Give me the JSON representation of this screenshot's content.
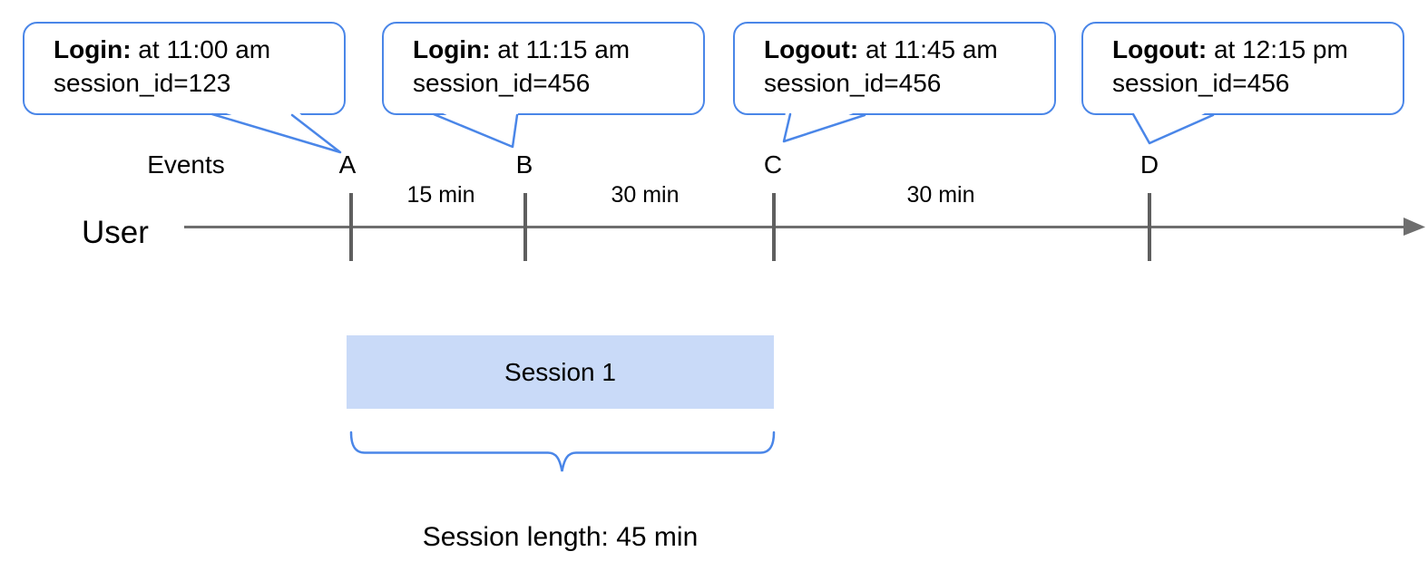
{
  "diagram": {
    "callouts": [
      {
        "event": "Login:",
        "detail": " at 11:00 am",
        "session": "session_id=123"
      },
      {
        "event": "Login:",
        "detail": " at 11:15 am",
        "session": "session_id=456"
      },
      {
        "event": "Logout:",
        "detail": " at 11:45 am",
        "session": "session_id=456"
      },
      {
        "event": "Logout:",
        "detail": " at 12:15 pm",
        "session": "session_id=456"
      }
    ],
    "events_label": "Events",
    "user_label": "User",
    "markers": [
      "A",
      "B",
      "C",
      "D"
    ],
    "intervals": [
      "15 min",
      "30 min",
      "30 min"
    ],
    "session_box_label": "Session 1",
    "session_length_label": "Session length: 45 min",
    "colors": {
      "callout_blue": "#4a86e8",
      "session_fill": "#c9daf8",
      "timeline_gray": "#6e6e6e",
      "tick_gray": "#5f5f5f"
    }
  }
}
